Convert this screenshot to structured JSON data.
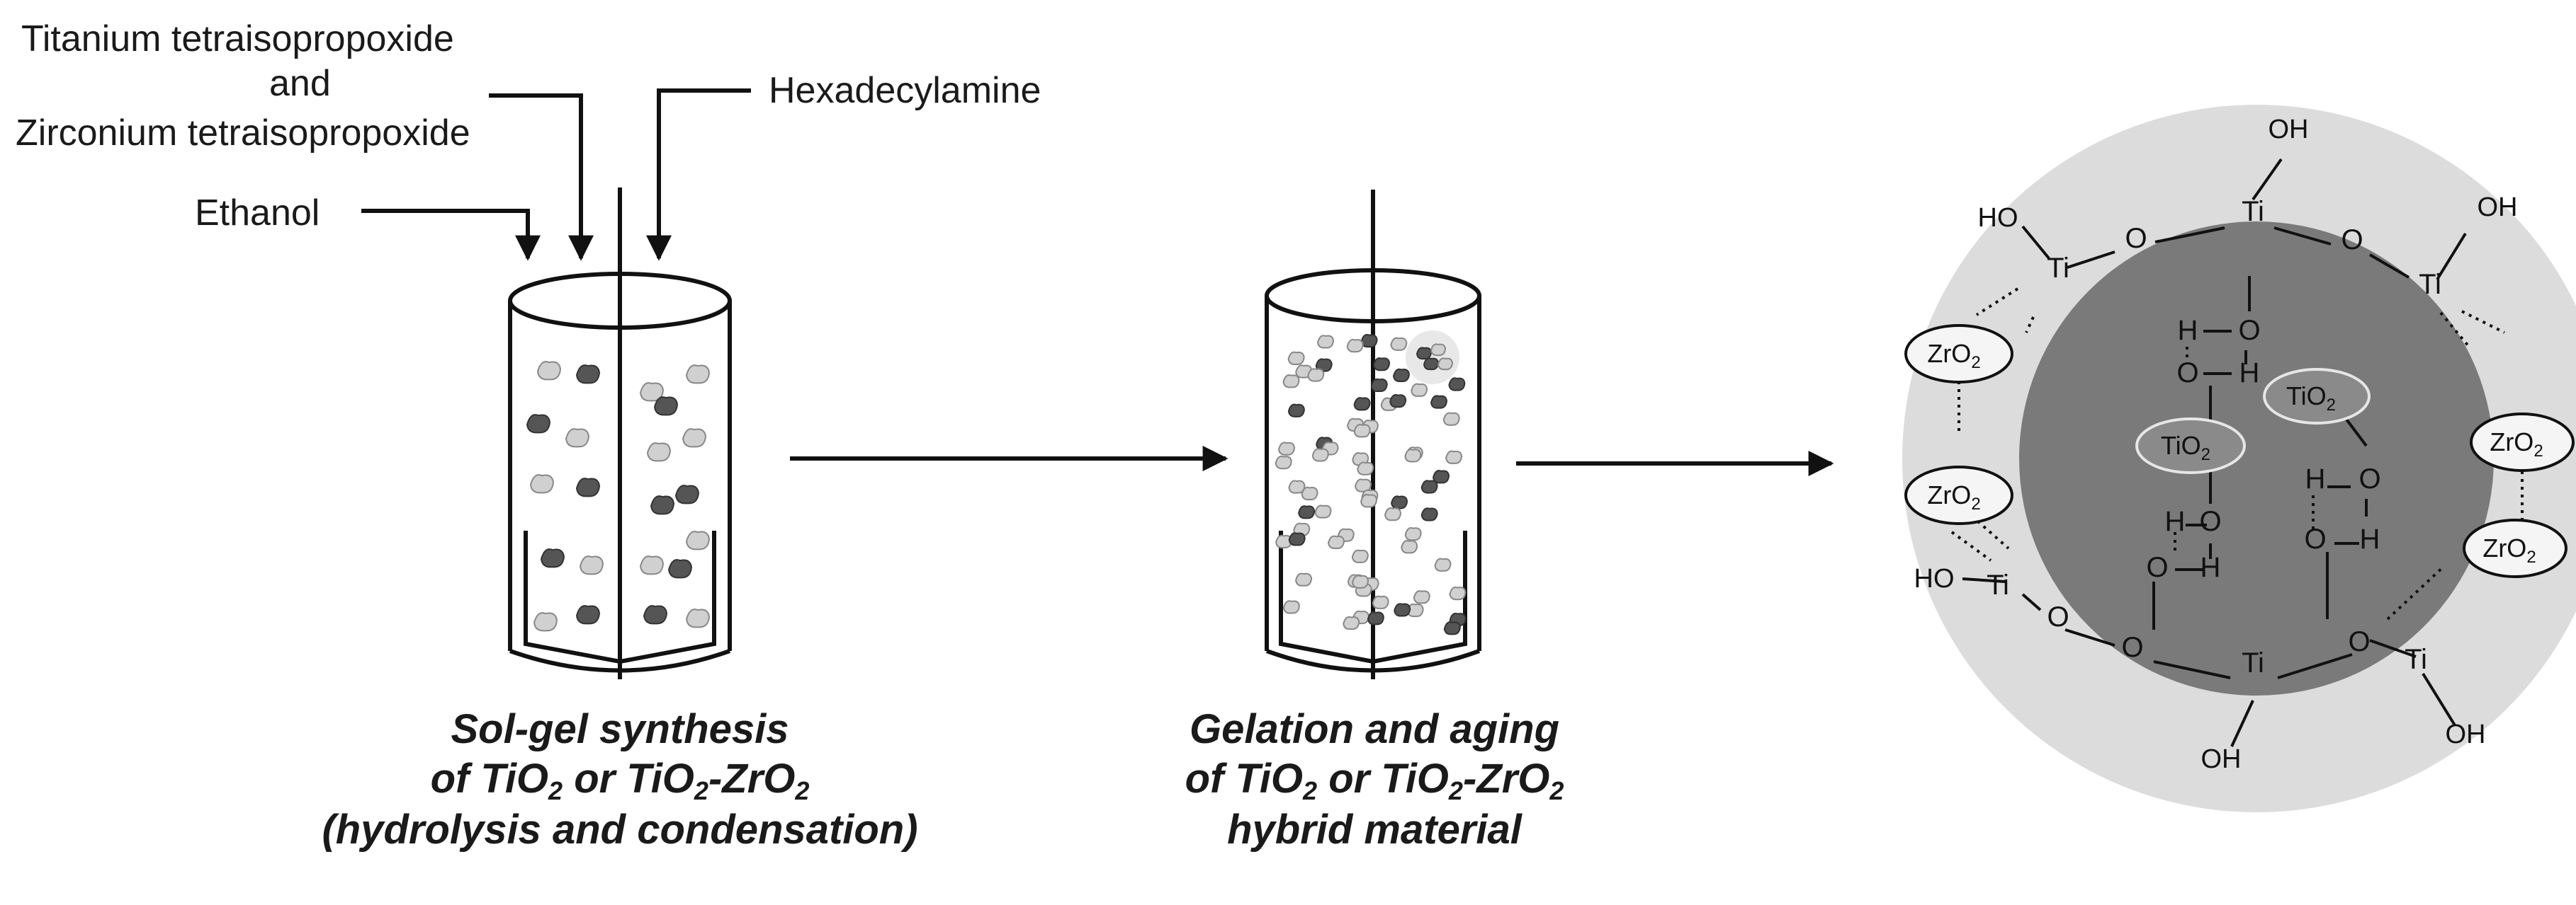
{
  "labels": {
    "titanium": "Titanium tetraisopropoxide",
    "and": "and",
    "zirconium": "Zirconium tetraisopropoxide",
    "ethanol": "Ethanol",
    "hexadecylamine": "Hexadecylamine"
  },
  "captions": {
    "step1_line1": "Sol-gel synthesis",
    "step1_line2_a": "of TiO",
    "step1_line2_b": " or TiO",
    "step1_line2_c": "-ZrO",
    "step1_line3": "(hydrolysis and condensation)",
    "step2_line1": "Gelation and aging",
    "step2_line2_a": "of TiO",
    "step2_line2_b": " or TiO",
    "step2_line2_c": "-ZrO",
    "step2_line3": "hybrid material",
    "sub2": "2"
  },
  "particle": {
    "ti": "Ti",
    "o": "O",
    "oh": "OH",
    "ho": "HO",
    "h": "H",
    "tio2": "TiO",
    "zro2": "ZrO",
    "sub2": "2"
  },
  "colors": {
    "outer_shell": "#dcdcdc",
    "inner_core": "#7a7a7a",
    "stroke": "#111111"
  }
}
